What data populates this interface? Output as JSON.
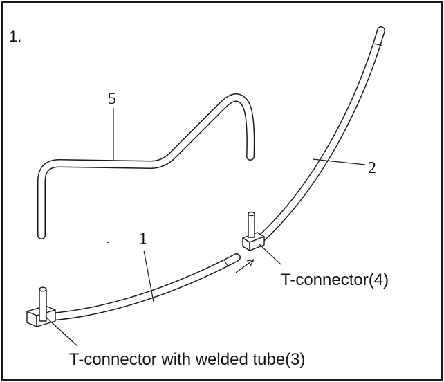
{
  "figure": {
    "step_number": "1.",
    "labels": {
      "part_1": "1",
      "part_2": "2",
      "part_5": "5",
      "t_connector_4": "T-connector(4)",
      "t_connector_welded_3": "T-connector with welded tube(3)"
    }
  }
}
